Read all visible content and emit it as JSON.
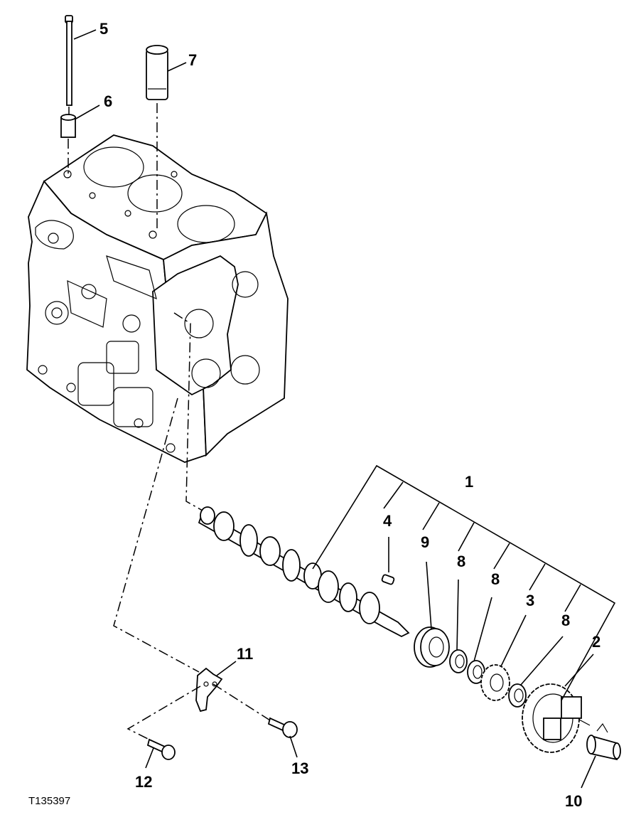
{
  "figure_id": "T135397",
  "callouts": {
    "c1": "1",
    "c2": "2",
    "c3": "3",
    "c4": "4",
    "c5": "5",
    "c6": "6",
    "c7": "7",
    "c8a": "8",
    "c8b": "8",
    "c8c": "8",
    "c9": "9",
    "c10": "10",
    "c11": "11",
    "c12": "12",
    "c13": "13"
  }
}
